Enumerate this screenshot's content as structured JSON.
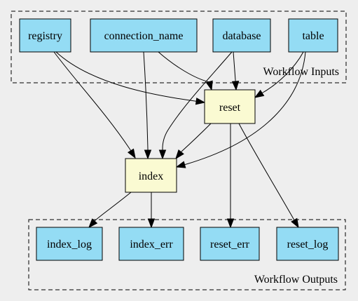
{
  "colors": {
    "background": "#eeeeee",
    "io_node_fill": "#94dcf4",
    "step_node_fill": "#fafad2",
    "stroke": "#000000"
  },
  "clusters": {
    "inputs": {
      "label": "Workflow Inputs"
    },
    "outputs": {
      "label": "Workflow Outputs"
    }
  },
  "nodes": {
    "registry": {
      "label": "registry",
      "kind": "input"
    },
    "connection_name": {
      "label": "connection_name",
      "kind": "input"
    },
    "database": {
      "label": "database",
      "kind": "input"
    },
    "table": {
      "label": "table",
      "kind": "input"
    },
    "reset": {
      "label": "reset",
      "kind": "step"
    },
    "index": {
      "label": "index",
      "kind": "step"
    },
    "index_log": {
      "label": "index_log",
      "kind": "output"
    },
    "index_err": {
      "label": "index_err",
      "kind": "output"
    },
    "reset_err": {
      "label": "reset_err",
      "kind": "output"
    },
    "reset_log": {
      "label": "reset_log",
      "kind": "output"
    }
  },
  "edges": [
    {
      "from": "registry",
      "to": "reset"
    },
    {
      "from": "registry",
      "to": "index"
    },
    {
      "from": "connection_name",
      "to": "reset"
    },
    {
      "from": "connection_name",
      "to": "index"
    },
    {
      "from": "database",
      "to": "reset"
    },
    {
      "from": "database",
      "to": "index"
    },
    {
      "from": "table",
      "to": "reset"
    },
    {
      "from": "table",
      "to": "index"
    },
    {
      "from": "reset",
      "to": "index"
    },
    {
      "from": "index",
      "to": "index_log"
    },
    {
      "from": "index",
      "to": "index_err"
    },
    {
      "from": "reset",
      "to": "reset_err"
    },
    {
      "from": "reset",
      "to": "reset_log"
    }
  ]
}
